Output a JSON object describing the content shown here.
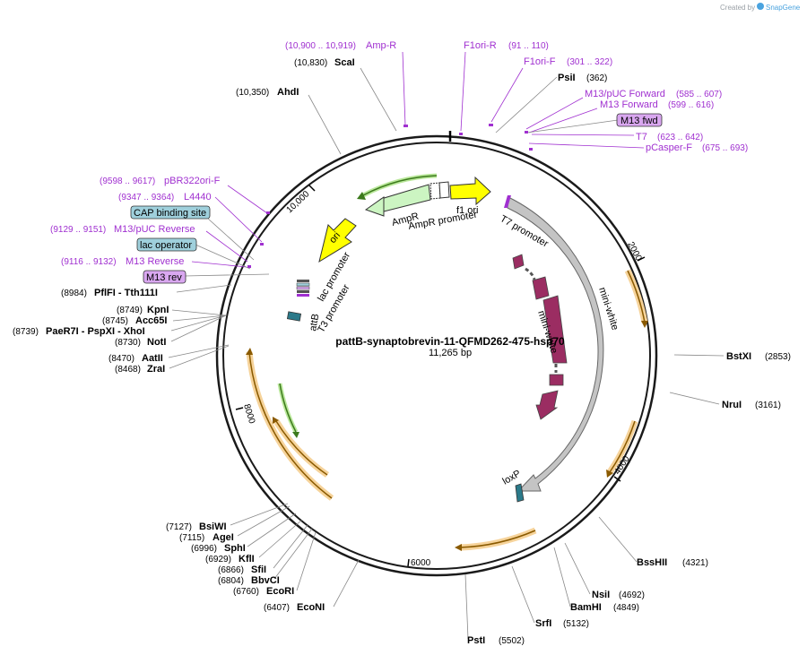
{
  "plasmid": {
    "name": "pattB-synaptobrevin-11-QFMD262-475-hsp70",
    "length_label": "11,265 bp",
    "length": 11265
  },
  "credit": {
    "created_by": "Created by",
    "brand": "SnapGene"
  },
  "tick_labels": [
    "2000",
    "4000",
    "6000",
    "8000",
    "10,000"
  ],
  "restriction_sites": [
    {
      "id": "scai",
      "name": "ScaI",
      "pos": "(10,830)"
    },
    {
      "id": "ahdi",
      "name": "AhdI",
      "pos": "(10,350)"
    },
    {
      "id": "psii",
      "name": "PsiI",
      "pos": "(362)"
    },
    {
      "id": "pflfi",
      "name": "PflFI - Tth111I",
      "pos": "(8984)"
    },
    {
      "id": "kpni",
      "name": "KpnI",
      "pos": "(8749)"
    },
    {
      "id": "acc65i",
      "name": "Acc65I",
      "pos": "(8745)"
    },
    {
      "id": "paer7i",
      "name": "PaeR7I - PspXI - XhoI",
      "pos": "(8739)"
    },
    {
      "id": "noti",
      "name": "NotI",
      "pos": "(8730)"
    },
    {
      "id": "aatii",
      "name": "AatII",
      "pos": "(8470)"
    },
    {
      "id": "zrai",
      "name": "ZraI",
      "pos": "(8468)"
    },
    {
      "id": "bstxi",
      "name": "BstXI",
      "pos": "(2853)"
    },
    {
      "id": "nrui",
      "name": "NruI",
      "pos": "(3161)"
    },
    {
      "id": "bsshii",
      "name": "BssHII",
      "pos": "(4321)"
    },
    {
      "id": "nsii",
      "name": "NsiI",
      "pos": "(4692)"
    },
    {
      "id": "bamhi",
      "name": "BamHI",
      "pos": "(4849)"
    },
    {
      "id": "srfi",
      "name": "SrfI",
      "pos": "(5132)"
    },
    {
      "id": "psti",
      "name": "PstI",
      "pos": "(5502)"
    },
    {
      "id": "econi",
      "name": "EcoNI",
      "pos": "(6407)"
    },
    {
      "id": "ecori",
      "name": "EcoRI",
      "pos": "(6760)"
    },
    {
      "id": "bbvci",
      "name": "BbvCI",
      "pos": "(6804)"
    },
    {
      "id": "sfii",
      "name": "SfiI",
      "pos": "(6866)"
    },
    {
      "id": "kfli",
      "name": "KflI",
      "pos": "(6929)"
    },
    {
      "id": "sphi",
      "name": "SphI",
      "pos": "(6996)"
    },
    {
      "id": "agei",
      "name": "AgeI",
      "pos": "(7115)"
    },
    {
      "id": "bsiwi",
      "name": "BsiWI",
      "pos": "(7127)"
    }
  ],
  "primers": [
    {
      "id": "amp-r",
      "name": "Amp-R",
      "pos": "(10,900 .. 10,919)"
    },
    {
      "id": "f1ori-r",
      "name": "F1ori-R",
      "pos": "(91 .. 110)"
    },
    {
      "id": "f1ori-f",
      "name": "F1ori-F",
      "pos": "(301 .. 322)"
    },
    {
      "id": "m13puc-fwd",
      "name": "M13/pUC Forward",
      "pos": "(585 .. 607)"
    },
    {
      "id": "m13-fwd",
      "name": "M13 Forward",
      "pos": "(599 .. 616)"
    },
    {
      "id": "t7",
      "name": "T7",
      "pos": "(623 .. 642)"
    },
    {
      "id": "pcasper-f",
      "name": "pCasper-F",
      "pos": "(675 .. 693)"
    },
    {
      "id": "pbr322ori-f",
      "name": "pBR322ori-F",
      "pos": "(9598 .. 9617)"
    },
    {
      "id": "l4440",
      "name": "L4440",
      "pos": "(9347 .. 9364)"
    },
    {
      "id": "m13puc-rev",
      "name": "M13/pUC Reverse",
      "pos": "(9129 .. 9151)"
    },
    {
      "id": "m13-rev-primer",
      "name": "M13 Reverse",
      "pos": "(9116 .. 9132)"
    }
  ],
  "boxed_features": [
    {
      "id": "m13-fwd-box",
      "name": "M13 fwd",
      "color": "#d9a7f0"
    },
    {
      "id": "cap-site",
      "name": "CAP binding site",
      "color": "#9fd0dc"
    },
    {
      "id": "lac-operator",
      "name": "lac operator",
      "color": "#9fd0dc"
    },
    {
      "id": "m13-rev-box",
      "name": "M13 rev",
      "color": "#d9a7f0"
    }
  ],
  "features": [
    {
      "id": "ampr",
      "name": "AmpR",
      "color": "#ccf5c2"
    },
    {
      "id": "ampr-promoter",
      "name": "AmpR promoter",
      "color": "#ffffff"
    },
    {
      "id": "f1-ori",
      "name": "f1 ori",
      "color": "#ffff00"
    },
    {
      "id": "ori",
      "name": "ori",
      "color": "#ffff00"
    },
    {
      "id": "t7-promoter",
      "name": "T7 promoter",
      "color": "#ffffff"
    },
    {
      "id": "lac-promoter",
      "name": "lac promoter",
      "color": "#ffffff"
    },
    {
      "id": "t3-promoter",
      "name": "T3 promoter",
      "color": "#ffffff"
    },
    {
      "id": "attb",
      "name": "attB",
      "color": "#2b7a8a"
    },
    {
      "id": "mini-white-outer",
      "name": "mini-white",
      "color": "#c4c4c4"
    },
    {
      "id": "mini-white-inner",
      "name": "mini-white",
      "color": "#9b2d62"
    },
    {
      "id": "loxp",
      "name": "loxP",
      "color": "#2b7a8a"
    }
  ],
  "colors": {
    "primer": "#a030d0",
    "orf_outline": "#f6b73c",
    "orf_core": "#8a5a00",
    "green_orf": "#7bc24a",
    "backbone": "#1a1a1a"
  }
}
